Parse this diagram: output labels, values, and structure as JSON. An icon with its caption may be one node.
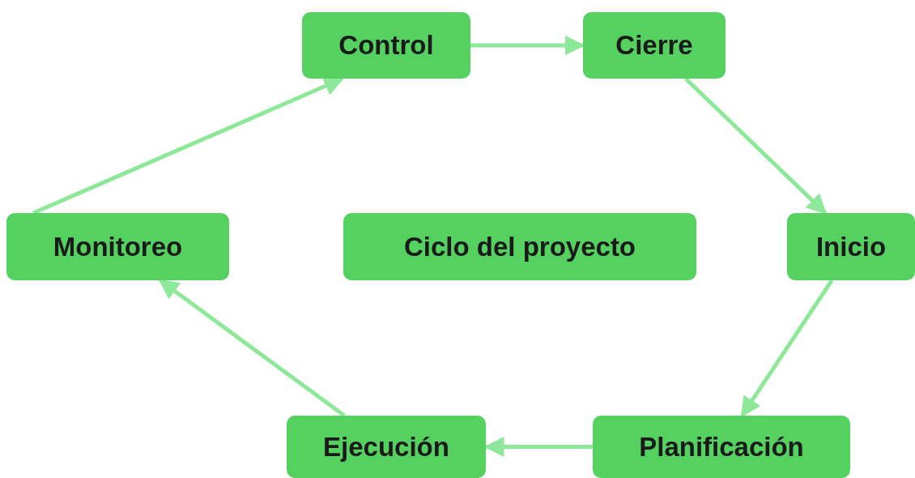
{
  "diagram": {
    "nodes": [
      {
        "text": [
          "Control"
        ]
      },
      {
        "text": [
          "Cierre"
        ]
      },
      {
        "text": [
          "Monitoreo"
        ]
      },
      {
        "text": [
          "Ciclo del proyecto"
        ]
      },
      {
        "text": [
          "Inicio"
        ]
      },
      {
        "text": [
          "Ejecución"
        ]
      },
      {
        "text": [
          "Planificación"
        ]
      }
    ],
    "edges": [
      {
        "from": 0,
        "to": 1,
        "arrow": "to"
      },
      {
        "from": 1,
        "to": 4,
        "arrow": "to"
      },
      {
        "from": 4,
        "to": 6,
        "arrow": "to"
      },
      {
        "from": 6,
        "to": 5,
        "arrow": "to"
      },
      {
        "from": 5,
        "to": 2,
        "arrow": "to"
      },
      {
        "from": 2,
        "to": 0,
        "arrow": "to"
      }
    ]
  }
}
